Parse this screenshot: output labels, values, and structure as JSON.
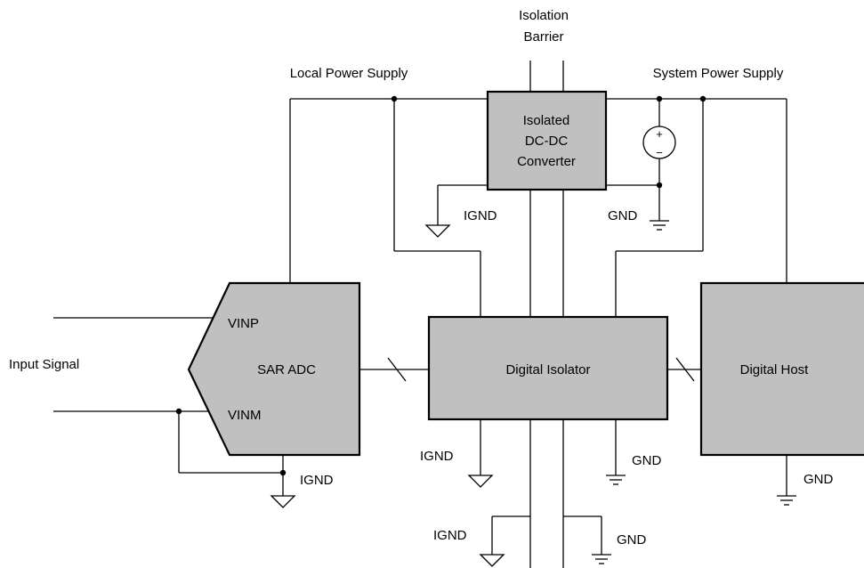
{
  "labels": {
    "isolation_barrier_line1": "Isolation",
    "isolation_barrier_line2": "Barrier",
    "local_power_supply": "Local Power Supply",
    "system_power_supply": "System Power Supply",
    "input_signal": "Input Signal",
    "vinp": "VINP",
    "vinm": "VINM",
    "sar_adc": "SAR ADC",
    "digital_isolator": "Digital Isolator",
    "digital_host": "Digital Host",
    "converter_line1": "Isolated",
    "converter_line2": "DC-DC",
    "converter_line3": "Converter",
    "plus": "+",
    "minus": "−",
    "ignd_converter": "IGND",
    "gnd_converter": "GND",
    "ignd_isolator": "IGND",
    "gnd_isolator": "GND",
    "ignd_adc": "IGND",
    "gnd_host": "GND",
    "ignd_bottom": "IGND",
    "gnd_bottom": "GND"
  }
}
